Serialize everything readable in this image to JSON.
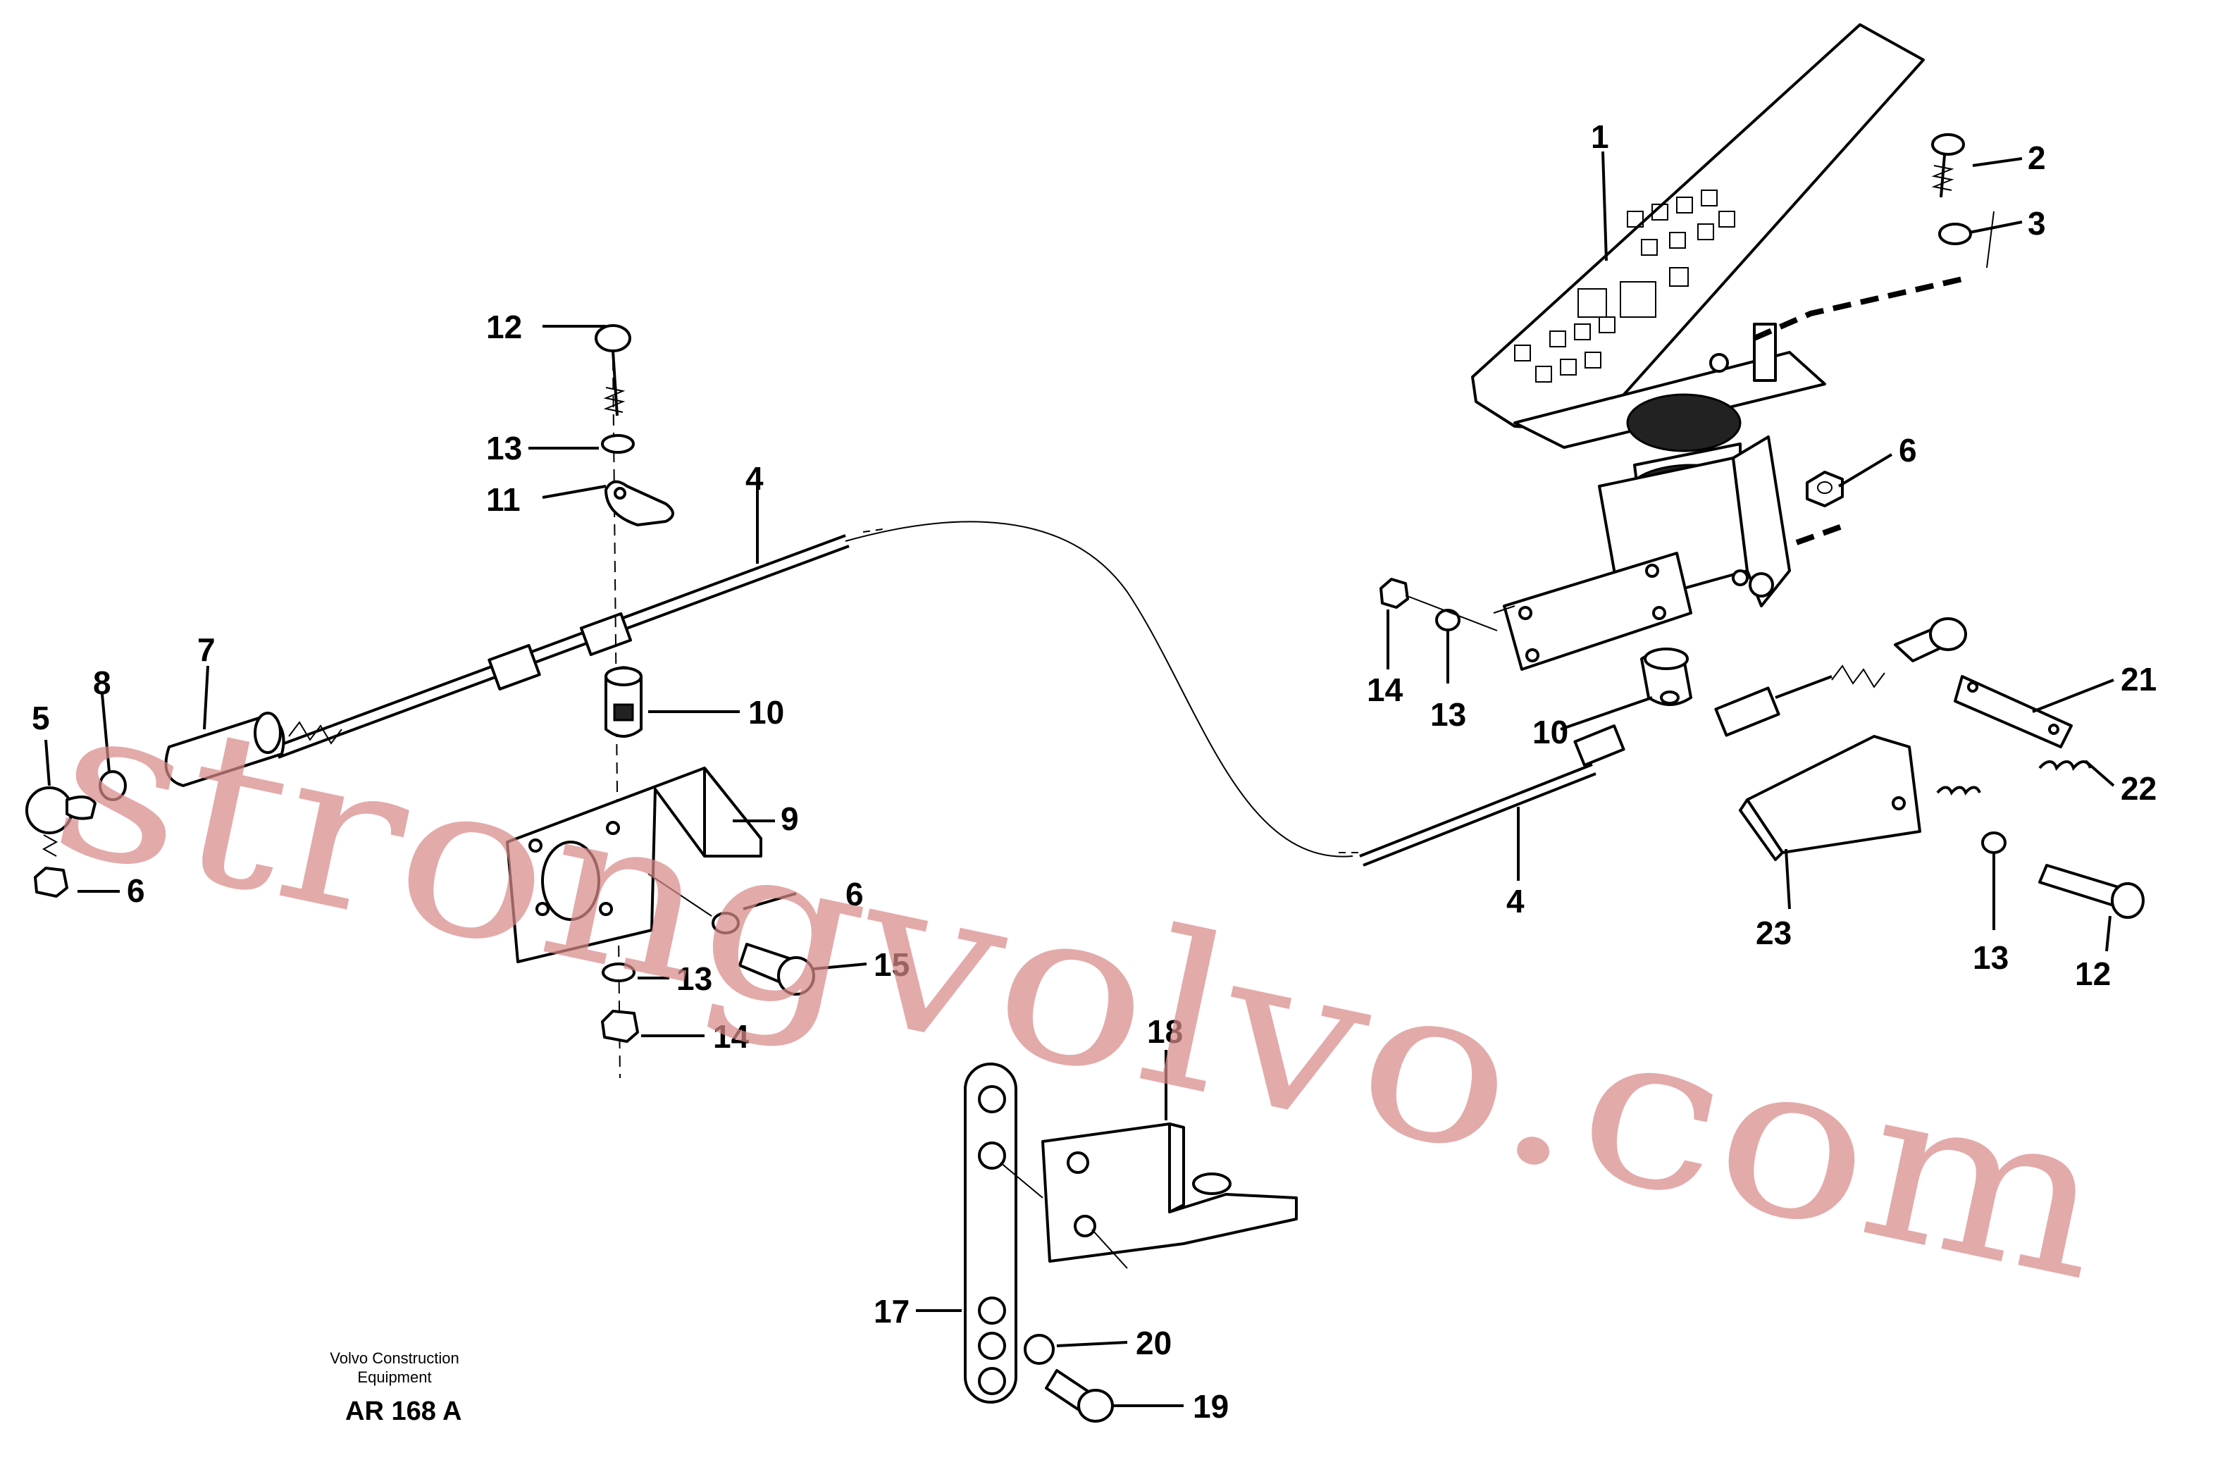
{
  "diagram": {
    "callouts": [
      {
        "id": "c1",
        "text": "1"
      },
      {
        "id": "c2",
        "text": "2"
      },
      {
        "id": "c3",
        "text": "3"
      },
      {
        "id": "c4a",
        "text": "4"
      },
      {
        "id": "c4b",
        "text": "4"
      },
      {
        "id": "c5",
        "text": "5"
      },
      {
        "id": "c6a",
        "text": "6"
      },
      {
        "id": "c6b",
        "text": "6"
      },
      {
        "id": "c6c",
        "text": "6"
      },
      {
        "id": "c7",
        "text": "7"
      },
      {
        "id": "c8",
        "text": "8"
      },
      {
        "id": "c9",
        "text": "9"
      },
      {
        "id": "c10a",
        "text": "10"
      },
      {
        "id": "c10b",
        "text": "10"
      },
      {
        "id": "c11",
        "text": "11"
      },
      {
        "id": "c12a",
        "text": "12"
      },
      {
        "id": "c12b",
        "text": "12"
      },
      {
        "id": "c13a",
        "text": "13"
      },
      {
        "id": "c13b",
        "text": "13"
      },
      {
        "id": "c13c",
        "text": "13"
      },
      {
        "id": "c13d",
        "text": "13"
      },
      {
        "id": "c14a",
        "text": "14"
      },
      {
        "id": "c14b",
        "text": "14"
      },
      {
        "id": "c15",
        "text": "15"
      },
      {
        "id": "c17",
        "text": "17"
      },
      {
        "id": "c18",
        "text": "18"
      },
      {
        "id": "c19",
        "text": "19"
      },
      {
        "id": "c20",
        "text": "20"
      },
      {
        "id": "c21",
        "text": "21"
      },
      {
        "id": "c22",
        "text": "22"
      },
      {
        "id": "c23",
        "text": "23"
      }
    ],
    "caption": {
      "line1": "Volvo Construction",
      "line2": "Equipment",
      "code": "AR 168 A"
    },
    "watermark": "strongvolvo.com",
    "colors": {
      "line": "#000000",
      "watermark": "#d98a8a",
      "background": "#ffffff"
    }
  }
}
